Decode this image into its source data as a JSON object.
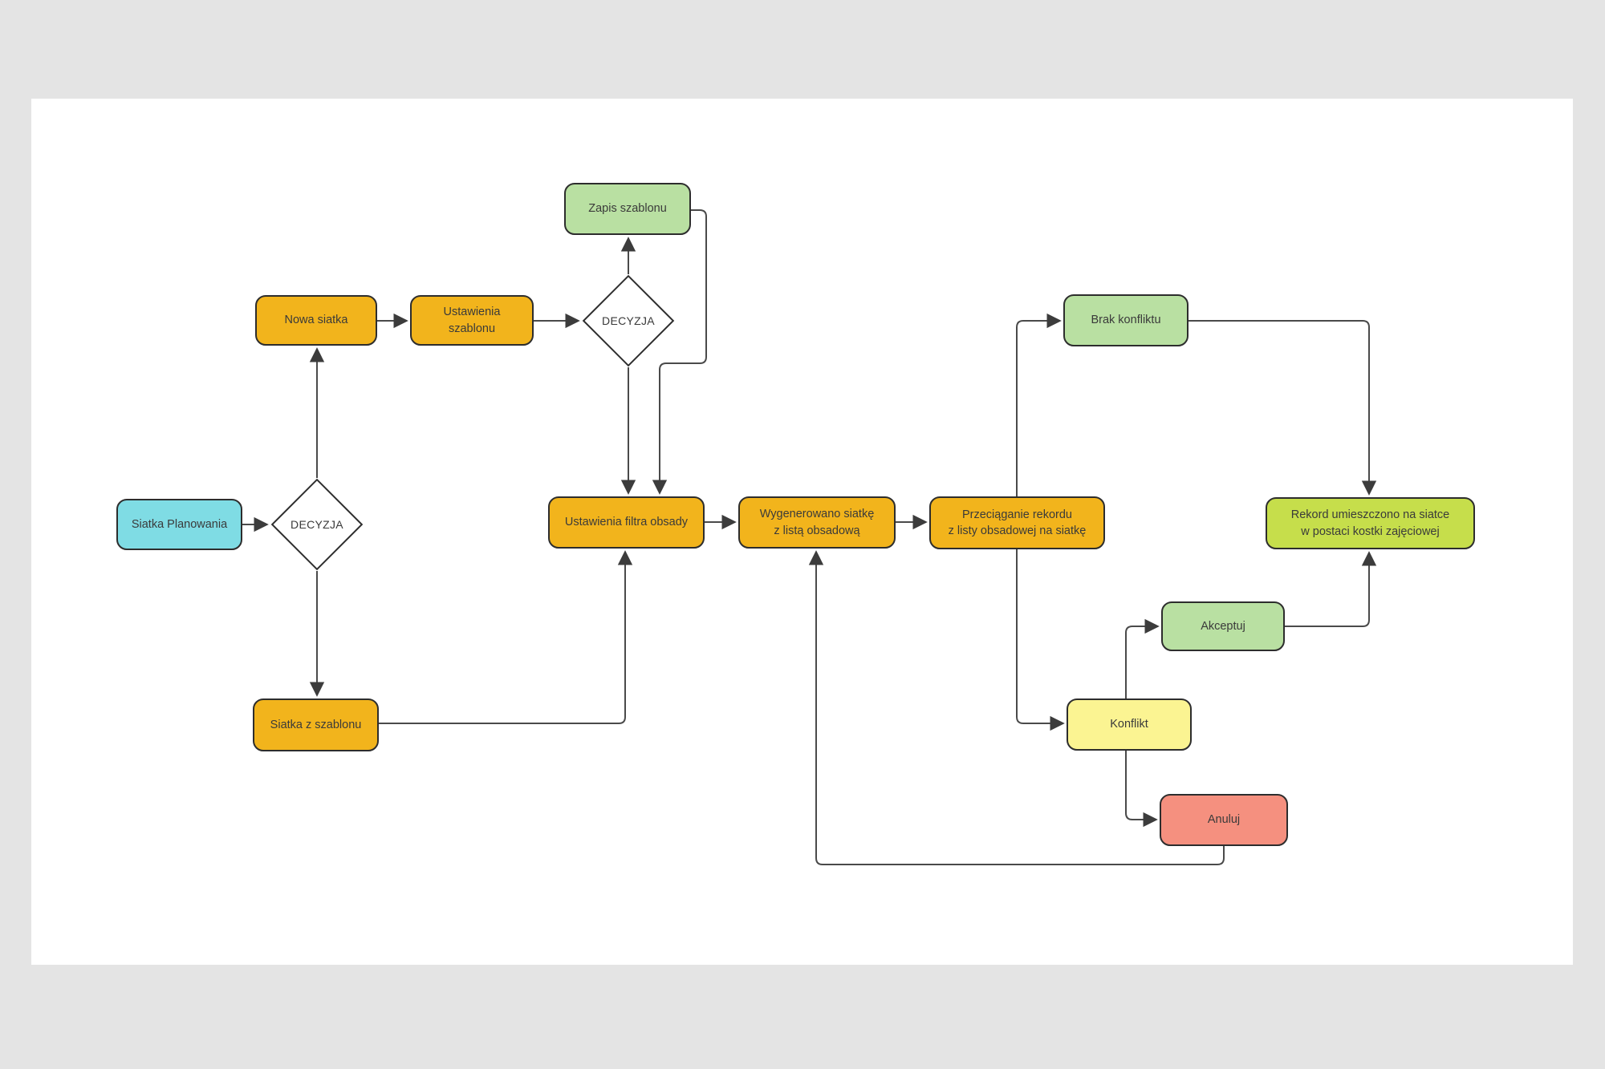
{
  "diagram": {
    "title": "Flowchart - planning grid process (Polish)",
    "nodes": {
      "siatka_planowania": {
        "label": "Siatka Planowania",
        "shape": "rounded-rect",
        "fill": "#7FDCE4"
      },
      "decyzja_1": {
        "label": "DECYZJA",
        "shape": "diamond",
        "fill": "#FFFFFF"
      },
      "nowa_siatka": {
        "label": "Nowa siatka",
        "shape": "rounded-rect",
        "fill": "#F2B41C"
      },
      "ustawienia_szablonu": {
        "label": "Ustawienia\nszablonu",
        "shape": "rounded-rect",
        "fill": "#F2B41C"
      },
      "decyzja_2": {
        "label": "DECYZJA",
        "shape": "diamond",
        "fill": "#FFFFFF"
      },
      "zapis_szablonu": {
        "label": "Zapis szablonu",
        "shape": "rounded-rect",
        "fill": "#B9E0A2"
      },
      "ustawienia_filtra": {
        "label": "Ustawienia filtra obsady",
        "shape": "rounded-rect",
        "fill": "#F2B41C"
      },
      "wygenerowano": {
        "label": "Wygenerowano siatkę\nz listą obsadową",
        "shape": "rounded-rect",
        "fill": "#F2B41C"
      },
      "przeciaganie": {
        "label": "Przeciąganie rekordu\nz listy obsadowej na siatkę",
        "shape": "rounded-rect",
        "fill": "#F2B41C"
      },
      "brak_konfliktu": {
        "label": "Brak konfliktu",
        "shape": "rounded-rect",
        "fill": "#B9E0A2"
      },
      "rekord_umieszczono": {
        "label": "Rekord umieszczono na siatce\nw postaci kostki zajęciowej",
        "shape": "rounded-rect",
        "fill": "#C6DE4B"
      },
      "akceptuj": {
        "label": "Akceptuj",
        "shape": "rounded-rect",
        "fill": "#B9E0A2"
      },
      "konflikt": {
        "label": "Konflikt",
        "shape": "rounded-rect",
        "fill": "#FBF492"
      },
      "anuluj": {
        "label": "Anuluj",
        "shape": "rounded-rect",
        "fill": "#F5907F"
      },
      "siatka_z_szablonu": {
        "label": "Siatka z szablonu",
        "shape": "rounded-rect",
        "fill": "#F2B41C"
      }
    },
    "edges": [
      {
        "from": "siatka_planowania",
        "to": "decyzja_1"
      },
      {
        "from": "decyzja_1",
        "to": "nowa_siatka"
      },
      {
        "from": "decyzja_1",
        "to": "siatka_z_szablonu"
      },
      {
        "from": "nowa_siatka",
        "to": "ustawienia_szablonu"
      },
      {
        "from": "ustawienia_szablonu",
        "to": "decyzja_2"
      },
      {
        "from": "decyzja_2",
        "to": "zapis_szablonu"
      },
      {
        "from": "decyzja_2",
        "to": "ustawienia_filtra"
      },
      {
        "from": "zapis_szablonu",
        "to": "ustawienia_filtra"
      },
      {
        "from": "siatka_z_szablonu",
        "to": "ustawienia_filtra"
      },
      {
        "from": "ustawienia_filtra",
        "to": "wygenerowano"
      },
      {
        "from": "wygenerowano",
        "to": "przeciaganie"
      },
      {
        "from": "przeciaganie",
        "to": "brak_konfliktu"
      },
      {
        "from": "przeciaganie",
        "to": "konflikt"
      },
      {
        "from": "brak_konfliktu",
        "to": "rekord_umieszczono"
      },
      {
        "from": "konflikt",
        "to": "akceptuj"
      },
      {
        "from": "akceptuj",
        "to": "rekord_umieszczono"
      },
      {
        "from": "konflikt",
        "to": "anuluj"
      },
      {
        "from": "anuluj",
        "to": "wygenerowano"
      }
    ],
    "palette": {
      "process_fill": "#F2B41C",
      "terminal_fill": "#7FDCE4",
      "success_fill": "#B9E0A2",
      "result_fill": "#C6DE4B",
      "warning_fill": "#FBF492",
      "danger_fill": "#F5907F",
      "decision_fill": "#FFFFFF",
      "node_border": "#2D2D2D",
      "connector": "#4A4A4A",
      "text": "#3A3A3A",
      "page_background": "#FFFFFF",
      "workspace_background": "#E4E4E4"
    }
  }
}
